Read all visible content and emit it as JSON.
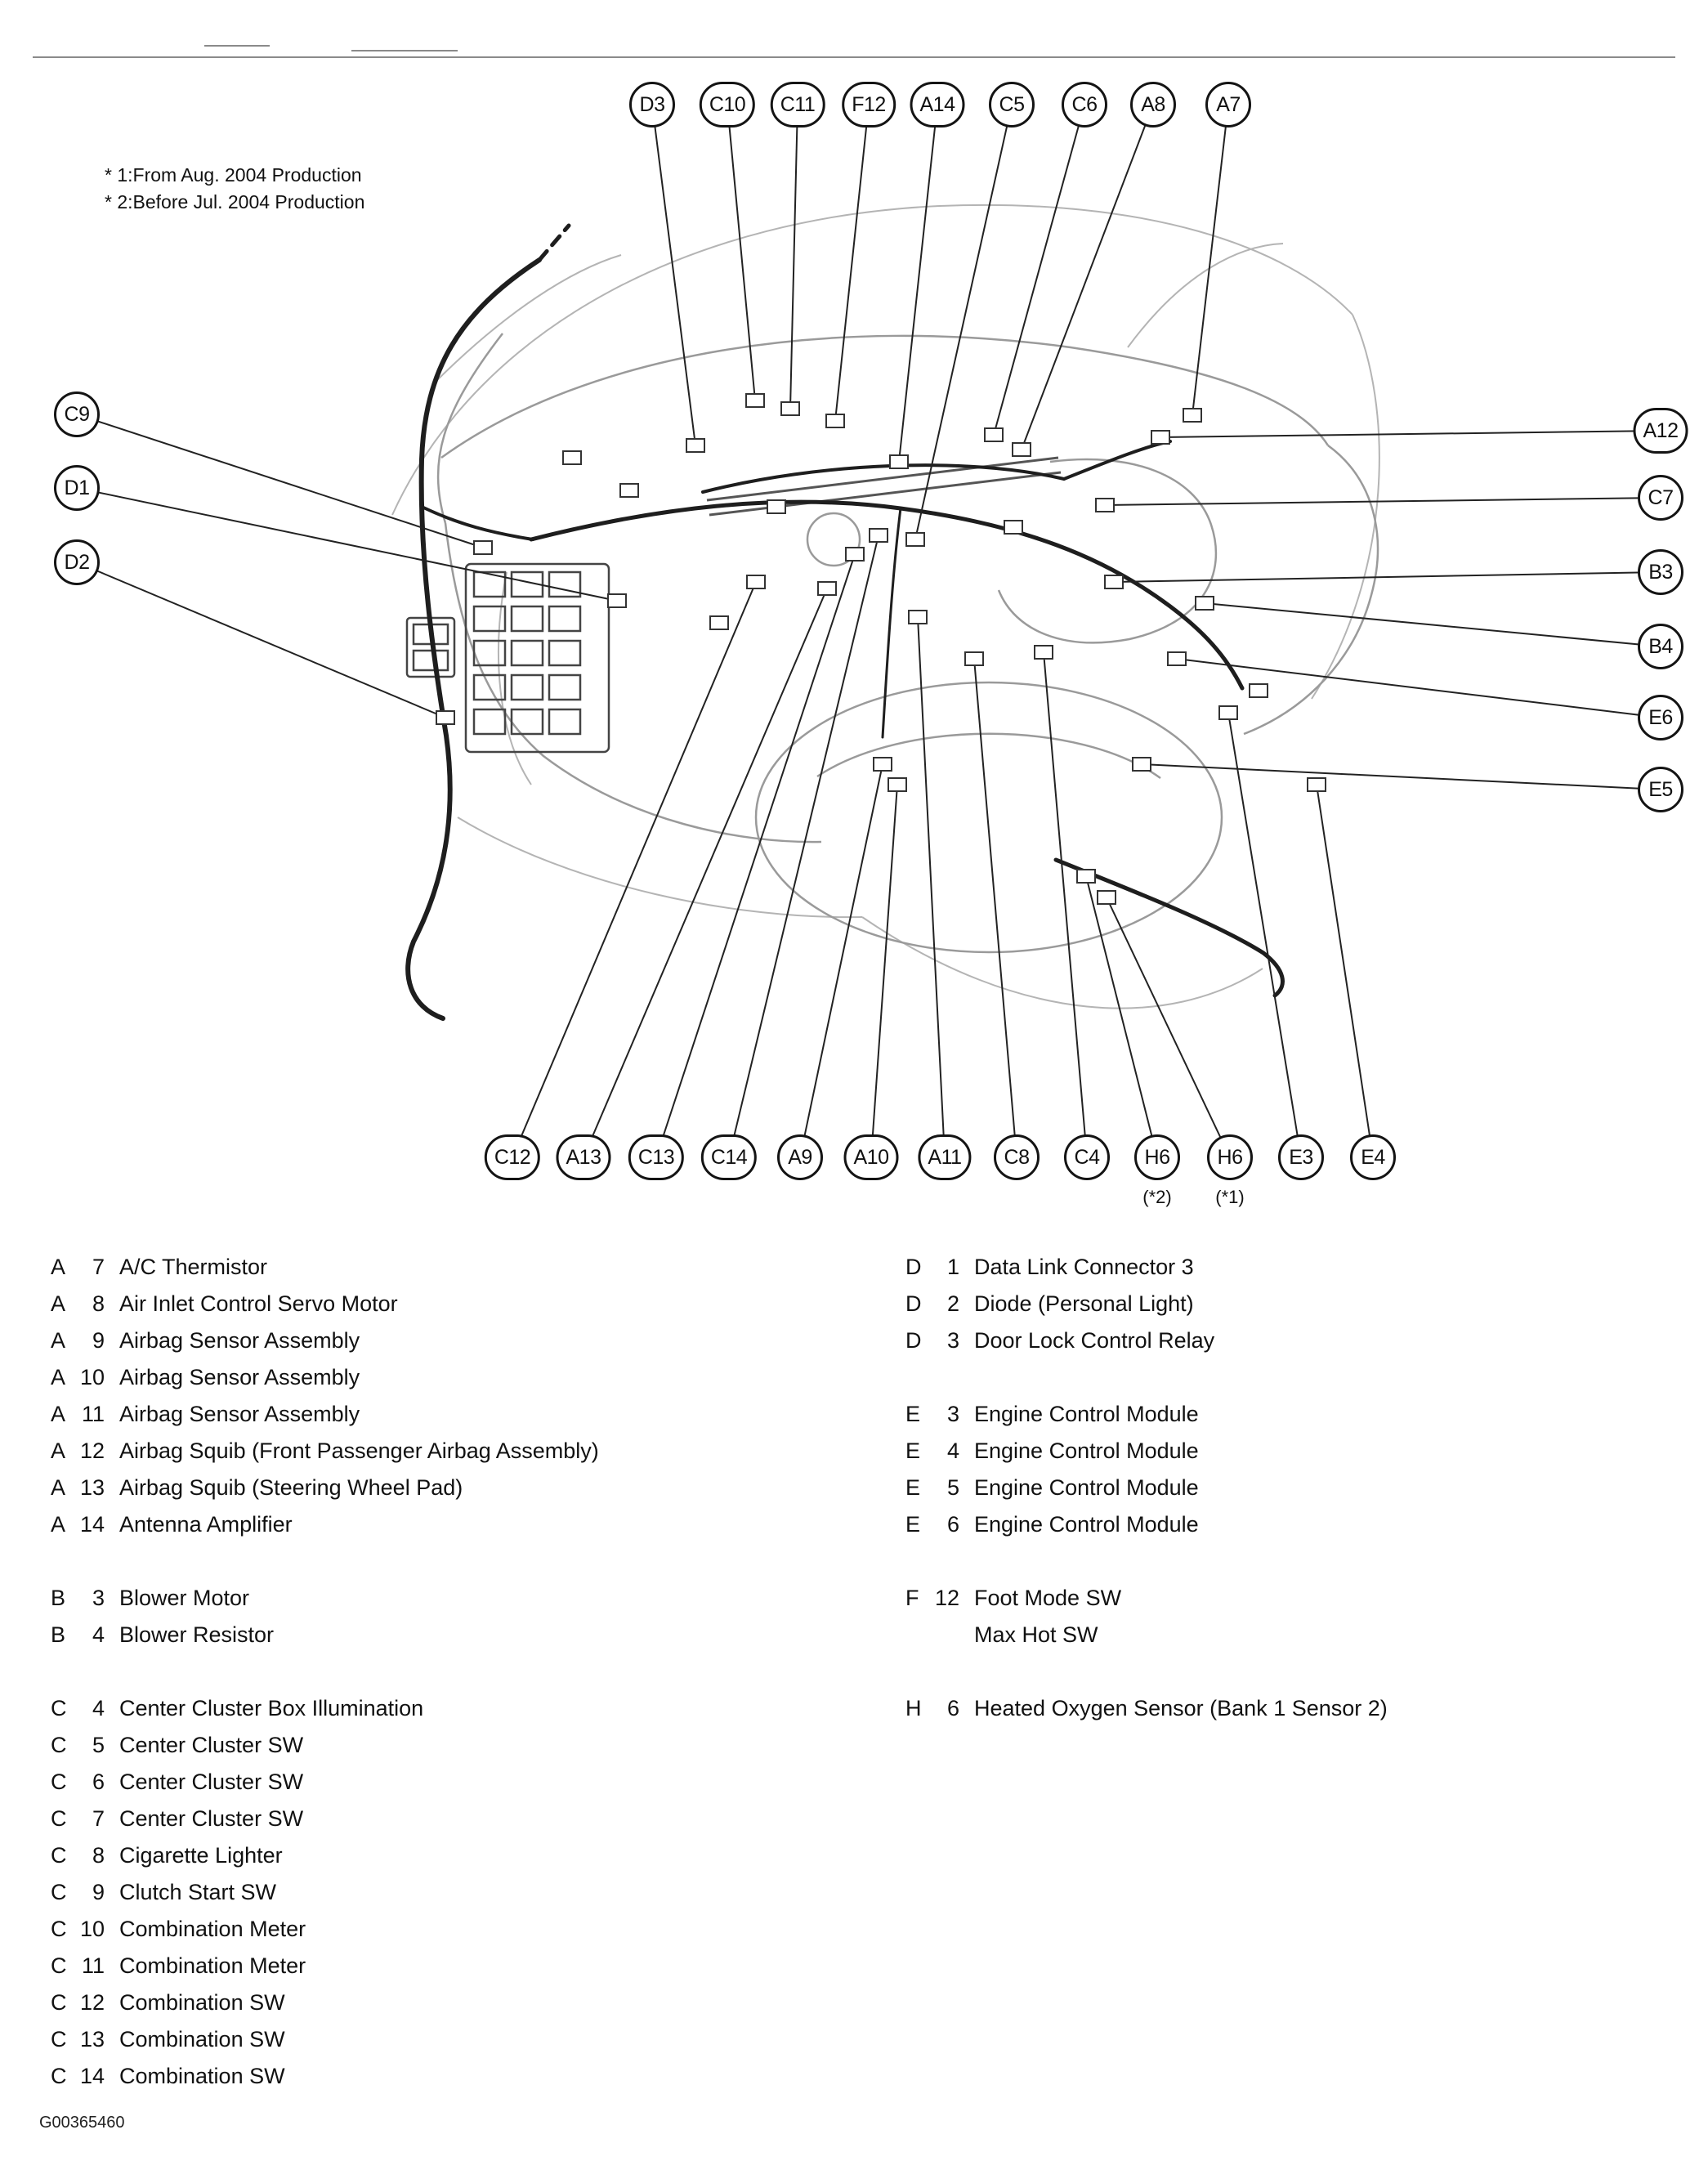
{
  "colors": {
    "ink": "#1a1a1a",
    "paper": "#ffffff"
  },
  "notes": {
    "line1": "* 1:From Aug. 2004 Production",
    "line2": "* 2:Before Jul. 2004 Production"
  },
  "figure_id": "G00365460",
  "callouts": {
    "top": [
      {
        "label": "D3"
      },
      {
        "label": "C10"
      },
      {
        "label": "C11"
      },
      {
        "label": "F12"
      },
      {
        "label": "A14"
      },
      {
        "label": "C5"
      },
      {
        "label": "C6"
      },
      {
        "label": "A8"
      },
      {
        "label": "A7"
      }
    ],
    "left": [
      {
        "label": "C9"
      },
      {
        "label": "D1"
      },
      {
        "label": "D2"
      }
    ],
    "right": [
      {
        "label": "A12"
      },
      {
        "label": "C7"
      },
      {
        "label": "B3"
      },
      {
        "label": "B4"
      },
      {
        "label": "E6"
      },
      {
        "label": "E5"
      }
    ],
    "bottom": [
      {
        "label": "C12",
        "sub": ""
      },
      {
        "label": "A13",
        "sub": ""
      },
      {
        "label": "C13",
        "sub": ""
      },
      {
        "label": "C14",
        "sub": ""
      },
      {
        "label": "A9",
        "sub": ""
      },
      {
        "label": "A10",
        "sub": ""
      },
      {
        "label": "A11",
        "sub": ""
      },
      {
        "label": "C8",
        "sub": ""
      },
      {
        "label": "C4",
        "sub": ""
      },
      {
        "label": "H6",
        "sub": "(*2)"
      },
      {
        "label": "H6",
        "sub": "(*1)"
      },
      {
        "label": "E3",
        "sub": ""
      },
      {
        "label": "E4",
        "sub": ""
      }
    ]
  },
  "legend": {
    "left": [
      {
        "letter": "A",
        "num": "7",
        "label": "A/C Thermistor"
      },
      {
        "letter": "A",
        "num": "8",
        "label": "Air Inlet Control Servo Motor"
      },
      {
        "letter": "A",
        "num": "9",
        "label": "Airbag Sensor Assembly"
      },
      {
        "letter": "A",
        "num": "10",
        "label": "Airbag Sensor Assembly"
      },
      {
        "letter": "A",
        "num": "11",
        "label": "Airbag Sensor Assembly"
      },
      {
        "letter": "A",
        "num": "12",
        "label": "Airbag Squib (Front Passenger Airbag Assembly)"
      },
      {
        "letter": "A",
        "num": "13",
        "label": "Airbag Squib (Steering Wheel Pad)"
      },
      {
        "letter": "A",
        "num": "14",
        "label": "Antenna Amplifier"
      },
      {
        "letter": "B",
        "num": "3",
        "label": "Blower Motor"
      },
      {
        "letter": "B",
        "num": "4",
        "label": "Blower Resistor"
      },
      {
        "letter": "C",
        "num": "4",
        "label": "Center Cluster Box Illumination"
      },
      {
        "letter": "C",
        "num": "5",
        "label": "Center Cluster SW"
      },
      {
        "letter": "C",
        "num": "6",
        "label": "Center Cluster SW"
      },
      {
        "letter": "C",
        "num": "7",
        "label": "Center Cluster SW"
      },
      {
        "letter": "C",
        "num": "8",
        "label": "Cigarette Lighter"
      },
      {
        "letter": "C",
        "num": "9",
        "label": "Clutch Start SW"
      },
      {
        "letter": "C",
        "num": "10",
        "label": "Combination Meter"
      },
      {
        "letter": "C",
        "num": "11",
        "label": "Combination Meter"
      },
      {
        "letter": "C",
        "num": "12",
        "label": "Combination SW"
      },
      {
        "letter": "C",
        "num": "13",
        "label": "Combination SW"
      },
      {
        "letter": "C",
        "num": "14",
        "label": "Combination SW"
      }
    ],
    "right": [
      {
        "letter": "D",
        "num": "1",
        "label": "Data Link Connector 3"
      },
      {
        "letter": "D",
        "num": "2",
        "label": "Diode (Personal Light)"
      },
      {
        "letter": "D",
        "num": "3",
        "label": "Door Lock Control Relay"
      },
      {
        "letter": "E",
        "num": "3",
        "label": "Engine Control Module"
      },
      {
        "letter": "E",
        "num": "4",
        "label": "Engine Control Module"
      },
      {
        "letter": "E",
        "num": "5",
        "label": "Engine Control Module"
      },
      {
        "letter": "E",
        "num": "6",
        "label": "Engine Control Module"
      },
      {
        "letter": "F",
        "num": "12",
        "label": "Foot Mode SW"
      },
      {
        "letter": "",
        "num": "",
        "label": "Max Hot SW"
      },
      {
        "letter": "H",
        "num": "6",
        "label": "Heated Oxygen Sensor (Bank 1 Sensor 2)"
      }
    ]
  }
}
